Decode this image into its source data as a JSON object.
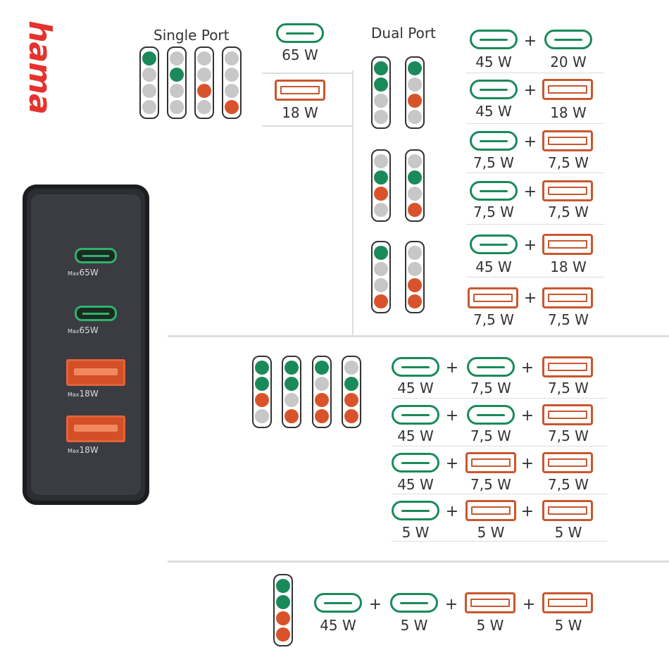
{
  "brand": "hama",
  "single_port": {
    "title": "Single Port",
    "usbc_label": "65 W",
    "usba_label": "18 W"
  },
  "dual_port": {
    "title": "Dual Port",
    "rows": [
      {
        "a": "45 W",
        "b": "20 W"
      },
      {
        "a": "45 W",
        "b": "18 W"
      },
      {
        "a": "7,5 W",
        "b": "7,5 W"
      },
      {
        "a": "7,5 W",
        "b": "7,5 W"
      },
      {
        "a": "45 W",
        "b": "18 W"
      },
      {
        "a": "7,5 W",
        "b": "7,5 W"
      }
    ]
  },
  "triple_port": {
    "rows": [
      {
        "a": "45 W",
        "b": "7,5 W",
        "c": "7,5 W"
      },
      {
        "a": "45 W",
        "b": "7,5 W",
        "c": "7,5 W"
      },
      {
        "a": "45 W",
        "b": "7,5 W",
        "c": "7,5 W"
      },
      {
        "a": "5 W",
        "b": "5 W",
        "c": "5 W"
      }
    ]
  },
  "quad_port": {
    "labels": [
      "45 W",
      "5 W",
      "5 W",
      "5 W"
    ]
  },
  "plus": "+",
  "charger": {
    "ports": [
      {
        "prefix": "Max",
        "value": "65W"
      },
      {
        "prefix": "Max",
        "value": "65W"
      },
      {
        "prefix": "Max",
        "value": "18W"
      },
      {
        "prefix": "Max",
        "value": "18W"
      }
    ]
  },
  "colors": {
    "brand": "#e5322d",
    "usb_c": "#1a8a5a",
    "usb_a": "#c8572f",
    "inactive": "#c7c7c7"
  }
}
